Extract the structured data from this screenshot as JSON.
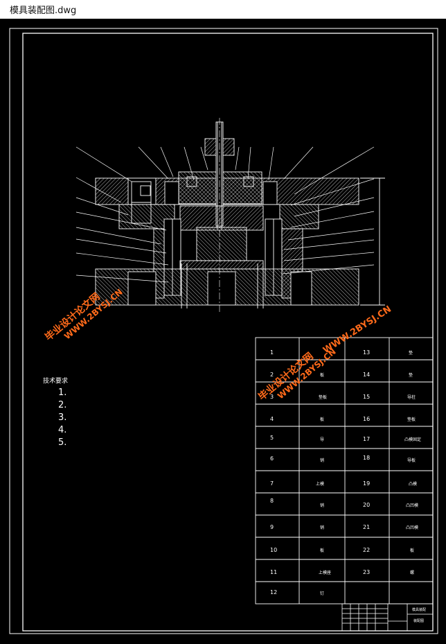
{
  "window": {
    "title": "模具装配图.dwg"
  },
  "watermark": {
    "text": "毕业设计论文网",
    "url": "WWW.2BYSJ.CN"
  },
  "tech": {
    "heading": "技术要求",
    "items": [
      "1.",
      "2.",
      "3.",
      "4.",
      "5."
    ]
  },
  "parts": [
    [
      "1",
      "",
      "13",
      "垫"
    ],
    [
      "2",
      "板",
      "14",
      "垫"
    ],
    [
      "3",
      "垫板",
      "15",
      "导柱"
    ],
    [
      "4",
      "板",
      "16",
      "垫板"
    ],
    [
      "5",
      "导",
      "17",
      "凸模固定"
    ],
    [
      "6",
      "销",
      "18",
      "导板"
    ],
    [
      "7",
      "上模",
      "19",
      "凸模"
    ],
    [
      "8",
      "销",
      "20",
      "凸凹模"
    ],
    [
      "9",
      "销",
      "21",
      "凸凹模"
    ],
    [
      "10",
      "板",
      "22",
      "板"
    ],
    [
      "11",
      "上模座",
      "23",
      "螺"
    ],
    [
      "12",
      "钉",
      "",
      ""
    ]
  ],
  "titleblock": {
    "name": "模具装配",
    "code": "装配图"
  }
}
